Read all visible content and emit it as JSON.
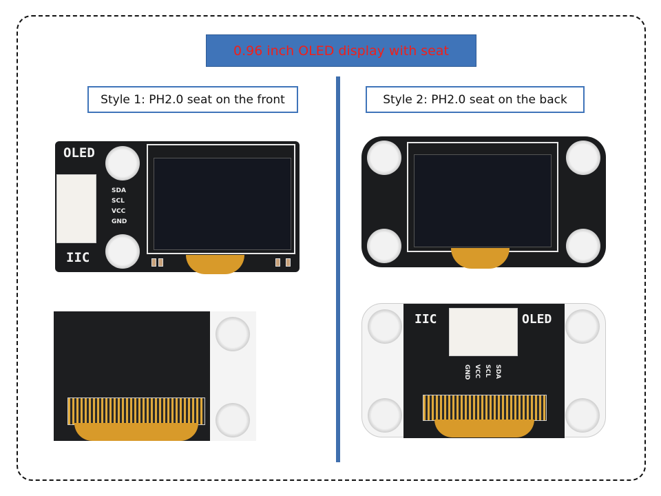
{
  "title": "0.96 inch OLED display with seat",
  "styles": [
    {
      "label": "Style 1: PH2.0 seat on the front"
    },
    {
      "label": "Style 2: PH2.0 seat on the back"
    }
  ],
  "board": {
    "oled": "OLED",
    "iic": "IIC",
    "pins_front": [
      "SDA",
      "SCL",
      "VCC",
      "GND"
    ],
    "pins_back": [
      "GND",
      "VCC",
      "SCL",
      "SDA"
    ]
  }
}
